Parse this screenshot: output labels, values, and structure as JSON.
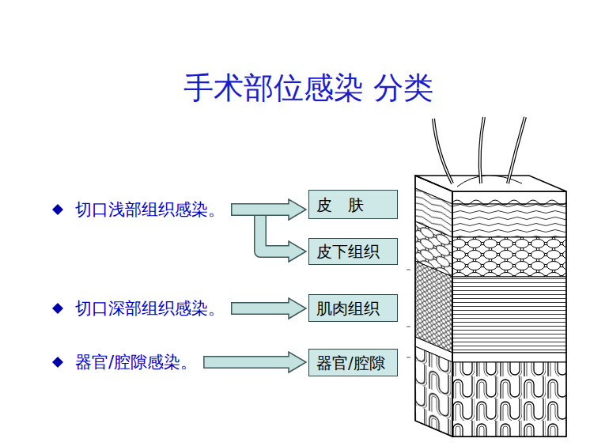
{
  "diagram": {
    "title": "手术部位感染 分类",
    "nodes": [
      {
        "text": [
          "切口浅部组织感染。"
        ]
      },
      {
        "text": [
          "皮　肤"
        ]
      },
      {
        "text": [
          "皮下组织"
        ]
      },
      {
        "text": [
          "切口深部组织感染。"
        ]
      },
      {
        "text": [
          "肌肉组织"
        ]
      },
      {
        "text": [
          "器官/腔隙感染。"
        ]
      },
      {
        "text": [
          "器官/腔隙"
        ]
      }
    ],
    "edges": [
      {
        "from": 0,
        "to": 1,
        "arrow": "to"
      },
      {
        "from": 0,
        "to": 2,
        "arrow": "to"
      },
      {
        "from": 3,
        "to": 4,
        "arrow": "to"
      },
      {
        "from": 5,
        "to": 6,
        "arrow": "to"
      }
    ]
  }
}
